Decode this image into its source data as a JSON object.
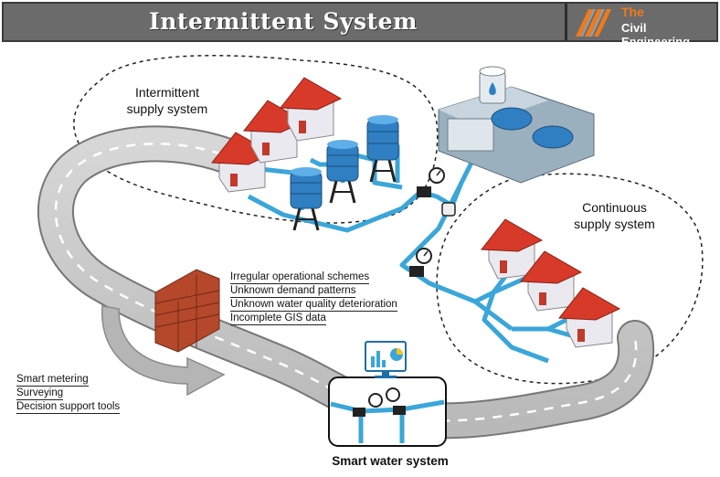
{
  "header": {
    "title": "Intermittent System",
    "logo_line1": "The",
    "logo_line2": "Civil Engineering"
  },
  "regions": {
    "intermittent": "Intermittent\nsupply system",
    "continuous": "Continuous\nsupply system",
    "smart": "Smart water system"
  },
  "problems": [
    "Irregular operational schemes",
    "Unknown demand patterns",
    "Unknown water quality deterioration",
    "Incomplete GIS data"
  ],
  "solutions": [
    "Smart metering",
    "Surveying",
    "Decision support tools"
  ],
  "colors": {
    "pipe": "#3aa6d9",
    "road": "#c8c8c8",
    "roof": "#d83a2a",
    "tank": "#2f7fc2",
    "brick": "#b5482a",
    "logo_accent": "#f07a1a"
  }
}
